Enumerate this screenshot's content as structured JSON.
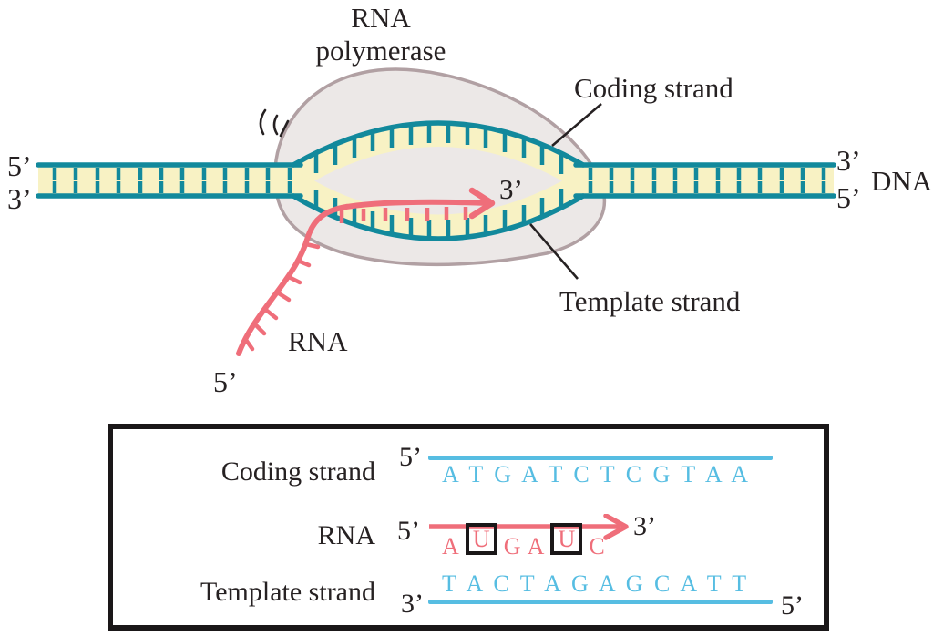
{
  "title": "Transcription diagram: RNA polymerase on DNA",
  "colors": {
    "dna_teal": "#12899c",
    "dna_yellow": "#f8f2c4",
    "rna_pink": "#ef6e7a",
    "sequence_blue": "#56bde2",
    "polymerase_fill": "#ece8e7",
    "polymerase_stroke": "#b1a0a3",
    "text_black": "#262122",
    "box_border_black": "#1a1718"
  },
  "diagram": {
    "rna_polymerase_label_line1": "RNA",
    "rna_polymerase_label_line2": "polymerase",
    "coding_strand_label": "Coding strand",
    "template_strand_label": "Template strand",
    "dna_label": "DNA",
    "rna_label": "RNA",
    "dna_left_top_end": "5’",
    "dna_left_bottom_end": "3’",
    "dna_right_top_end": "3’",
    "dna_right_bottom_end": "5’",
    "rna_three_prime": "3’",
    "rna_five_prime": "5’"
  },
  "sequence_box": {
    "rows": [
      {
        "label": "Coding strand",
        "left_end": "5’",
        "sequence": "A T G A T C T C G T A A",
        "right_end": ""
      },
      {
        "label": "RNA",
        "left_end": "5’",
        "letters": [
          "A",
          "U",
          "G",
          "A",
          "U",
          "C"
        ],
        "boxed_indices": [
          1,
          4
        ],
        "right_end": "3’"
      },
      {
        "label": "Template strand",
        "left_end": "3’",
        "sequence": "T A C T A G A G C A T T",
        "right_end": "5’"
      }
    ]
  }
}
